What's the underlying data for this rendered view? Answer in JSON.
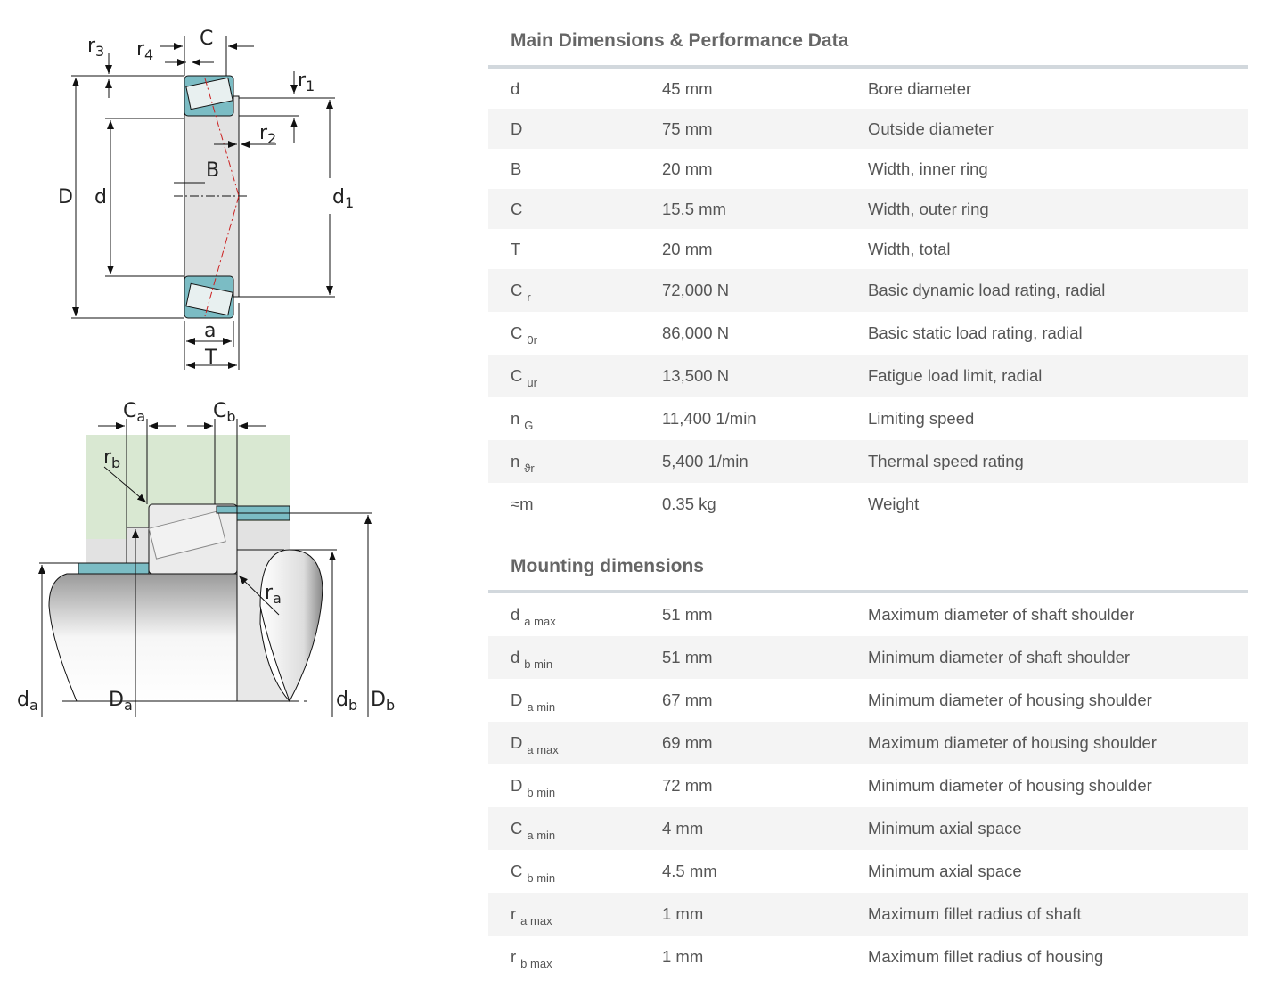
{
  "diagram_top": {
    "labels": {
      "r3": {
        "m": "r",
        "s": "3"
      },
      "r4": {
        "m": "r",
        "s": "4"
      },
      "C": {
        "m": "C",
        "s": ""
      },
      "r1": {
        "m": "r",
        "s": "1"
      },
      "r2": {
        "m": "r",
        "s": "2"
      },
      "B": {
        "m": "B",
        "s": ""
      },
      "D": {
        "m": "D",
        "s": ""
      },
      "d": {
        "m": "d",
        "s": ""
      },
      "d1": {
        "m": "d",
        "s": "1"
      },
      "a": {
        "m": "a",
        "s": ""
      },
      "T": {
        "m": "T",
        "s": ""
      }
    }
  },
  "diagram_bottom": {
    "labels": {
      "Ca": {
        "m": "C",
        "s": "a"
      },
      "Cb": {
        "m": "C",
        "s": "b"
      },
      "rb": {
        "m": "r",
        "s": "b"
      },
      "ra": {
        "m": "r",
        "s": "a"
      },
      "da": {
        "m": "d",
        "s": "a"
      },
      "Da": {
        "m": "D",
        "s": "a"
      },
      "db": {
        "m": "d",
        "s": "b"
      },
      "Db": {
        "m": "D",
        "s": "b"
      }
    }
  },
  "colors": {
    "housing": "#d9e8d2",
    "teal": "#7bbcc4",
    "ring": "#e2e2e2",
    "centerline": "#cc2222"
  },
  "main": {
    "title": "Main Dimensions & Performance Data",
    "rows": [
      {
        "sym": "d",
        "sub": "",
        "value": "45  mm",
        "desc": "Bore diameter"
      },
      {
        "sym": "D",
        "sub": "",
        "value": "75  mm",
        "desc": "Outside diameter"
      },
      {
        "sym": "B",
        "sub": "",
        "value": "20  mm",
        "desc": "Width, inner ring"
      },
      {
        "sym": "C",
        "sub": "",
        "value": "15.5  mm",
        "desc": "Width, outer ring"
      },
      {
        "sym": "T",
        "sub": "",
        "value": "20  mm",
        "desc": "Width, total"
      },
      {
        "sym": "C",
        "sub": "r",
        "value": "72,000  N",
        "desc": "Basic dynamic load rating, radial"
      },
      {
        "sym": "C",
        "sub": "0r",
        "value": "86,000  N",
        "desc": "Basic static load rating, radial"
      },
      {
        "sym": "C",
        "sub": "ur",
        "value": "13,500  N",
        "desc": "Fatigue load limit, radial"
      },
      {
        "sym": "n",
        "sub": "G",
        "value": "11,400  1/min",
        "desc": "Limiting speed"
      },
      {
        "sym": "n",
        "sub": "ϑr",
        "value": "5,400  1/min",
        "desc": "Thermal speed rating"
      },
      {
        "sym": "≈m",
        "sub": "",
        "value": "0.35  kg",
        "desc": "Weight"
      }
    ]
  },
  "mounting": {
    "title": "Mounting dimensions",
    "rows": [
      {
        "sym": "d",
        "sub": "a max",
        "value": "51  mm",
        "desc": "Maximum diameter of shaft shoulder"
      },
      {
        "sym": "d",
        "sub": "b min",
        "value": "51  mm",
        "desc": "Minimum diameter of shaft shoulder"
      },
      {
        "sym": "D",
        "sub": "a min",
        "value": "67  mm",
        "desc": "Minimum diameter of housing shoulder"
      },
      {
        "sym": "D",
        "sub": "a max",
        "value": "69  mm",
        "desc": "Maximum diameter of housing shoulder"
      },
      {
        "sym": "D",
        "sub": "b min",
        "value": "72  mm",
        "desc": "Minimum diameter of housing shoulder"
      },
      {
        "sym": "C",
        "sub": "a min",
        "value": "4  mm",
        "desc": "Minimum axial space"
      },
      {
        "sym": "C",
        "sub": "b min",
        "value": "4.5  mm",
        "desc": "Minimum axial space"
      },
      {
        "sym": "r",
        "sub": "a max",
        "value": "1  mm",
        "desc": "Maximum fillet radius of shaft"
      },
      {
        "sym": "r",
        "sub": "b max",
        "value": "1  mm",
        "desc": "Maximum fillet radius of housing"
      }
    ]
  }
}
